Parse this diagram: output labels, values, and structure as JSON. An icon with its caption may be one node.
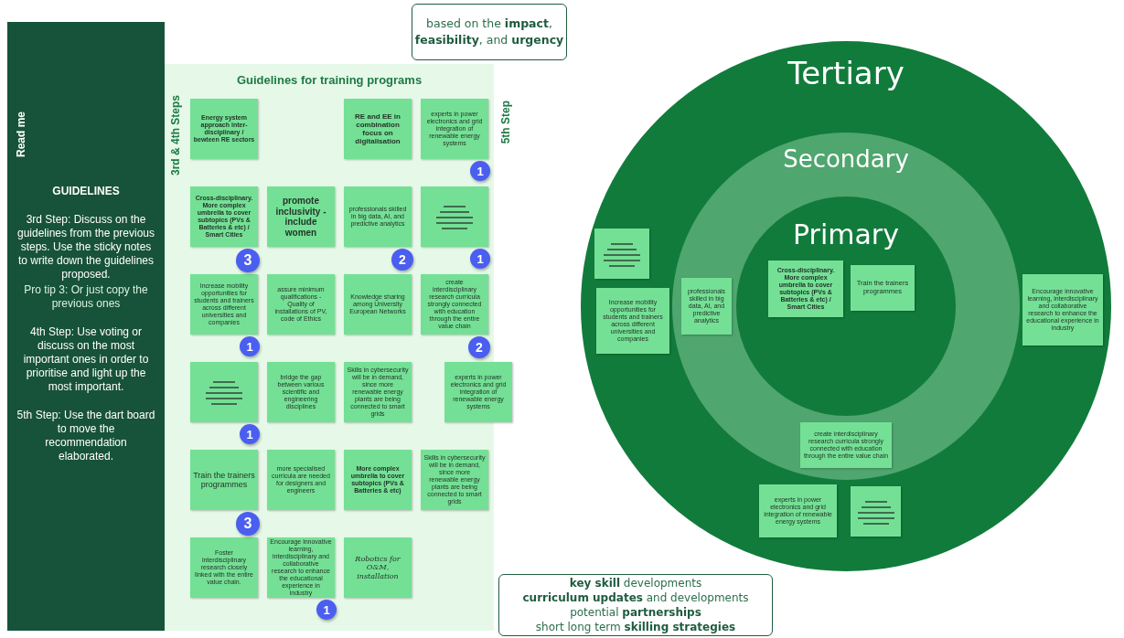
{
  "diagram": {
    "nodes": [
      {
        "text": [
          "Read me",
          "GUIDELINES",
          "3rd Step: Discuss on the guidelines from the previous steps. Use the sticky notes to write down the guidelines proposed.",
          "Pro tip 3: Or just copy the previous ones",
          "4th Step: Use voting or discuss on the most important ones in order to prioritise and light up the most important.",
          "5th Step: Use the dart board to move the recommendation elaborated."
        ]
      },
      {
        "text": [
          "Guidelines for training programs",
          "3rd & 4th Steps",
          "5th Step"
        ]
      },
      {
        "text": [
          "Energy system approach inter-disciplinary / bewteen RE sectors"
        ],
        "in": 1
      },
      {
        "text": [
          "RE and EE in combination focus on digitalisation"
        ],
        "in": 1
      },
      {
        "text": [
          "Cross-disciplinary. More complex umbrella to cover subtopics (PVs & Batteries & etc) / Smart Cities"
        ],
        "in": 1,
        "beside": [
          "3"
        ]
      },
      {
        "text": [
          "promote inclusivity -include women"
        ],
        "in": 1
      },
      {
        "text": [
          "experts in power electronics and grid integration of renewable energy systems"
        ],
        "in": 1,
        "beside": [
          "1"
        ]
      },
      {
        "text": [
          "Increase mobility opportunities for students and trainers across different universities and companies"
        ],
        "in": 1,
        "beside": [
          "1"
        ]
      },
      {
        "text": [
          "professionals skilled in big data, AI, and predictive analytics"
        ],
        "in": 1,
        "beside": [
          "2"
        ]
      },
      {
        "text": [],
        "shape": "box",
        "in": 1,
        "beside": [
          "1"
        ]
      },
      {
        "text": [
          "assure minimum qualifications - Quality of installations of PV, code of Ethics"
        ],
        "in": 1
      },
      {
        "text": [
          "Knowledge sharing among University European Networks"
        ],
        "in": 1
      },
      {
        "text": [],
        "shape": "box",
        "in": 1,
        "beside": [
          "1"
        ]
      },
      {
        "text": [
          "create interdisciplinary research curricula strongly connected with education through the entire value chain"
        ],
        "in": 1,
        "beside": [
          "2"
        ]
      },
      {
        "text": [
          "bridge the gap between various scientific and engineering disciplines"
        ],
        "in": 1
      },
      {
        "text": [
          "Train the trainers programmes"
        ],
        "in": 1,
        "beside": [
          "3"
        ]
      },
      {
        "text": [
          "experts in power electronics and grid integration of renewable energy systems"
        ]
      },
      {
        "text": [
          "Skills in cybersecurity will be in demand, since more renewable energy plants are being connected to smart grids"
        ],
        "in": 1
      },
      {
        "text": [
          "more specialised curricula are needed for designers and engineers"
        ],
        "in": 1
      },
      {
        "text": [
          "More complex umbrella to cover subtopics (PVs & Batteries & etc)"
        ],
        "in": 1
      },
      {
        "text": [
          "Skills in cybersecurity will be in demand, since more renewable energy plants are being connected to smart grids"
        ],
        "in": 1
      },
      {
        "text": [
          "Robotics for O&M, installation"
        ],
        "in": 1
      },
      {
        "text": [
          "Foster interdisciplinary research closely linked with the entire value chain."
        ],
        "in": 1
      },
      {
        "text": [
          "Encourage innovative learning, interdisciplinary and collaborative research to enhance the educational experience in industry"
        ],
        "in": 1,
        "beside": [
          "1"
        ]
      },
      {
        "text": [
          "based on the **impact**, **feasibility**, and **urgency**"
        ]
      },
      {
        "text": [
          "Tertiary"
        ]
      },
      {
        "text": [
          "Secondary"
        ],
        "in": 25
      },
      {
        "text": [
          "Primary"
        ],
        "in": 26
      },
      {
        "text": [
          "professionals skilled in big data, AI, and predictive analytics"
        ],
        "in": 26
      },
      {
        "text": [
          "Cross-disciplinary. More complex umbrella to cover subtopics (PVs & Batteries & etc) / Smart Cities"
        ],
        "in": 27
      },
      {
        "text": [
          "Train the trainers programmes"
        ],
        "in": 27
      },
      {
        "text": [],
        "shape": "box",
        "in": 25
      },
      {
        "text": [
          "create interdisciplinary research curricula strongly connected with education through the entire value chain"
        ],
        "in": 26
      },
      {
        "text": [
          "Increase mobility opportunities for students and trainers across different universities and companies"
        ],
        "in": 25
      },
      {
        "text": [
          "experts in power electronics and grid integration of renewable energy systems"
        ],
        "in": 25
      },
      {
        "text": [],
        "shape": "box",
        "in": 25
      },
      {
        "text": [
          "Encourage innovative learning, interdisciplinary and collaborative research to enhance the educational experience in industry"
        ],
        "in": 25
      },
      {
        "text": [
          "**key skill** developments",
          "**curriculum updates** and developments",
          "potential **partnerships**",
          "short long term **skilling strategies**"
        ]
      }
    ]
  }
}
